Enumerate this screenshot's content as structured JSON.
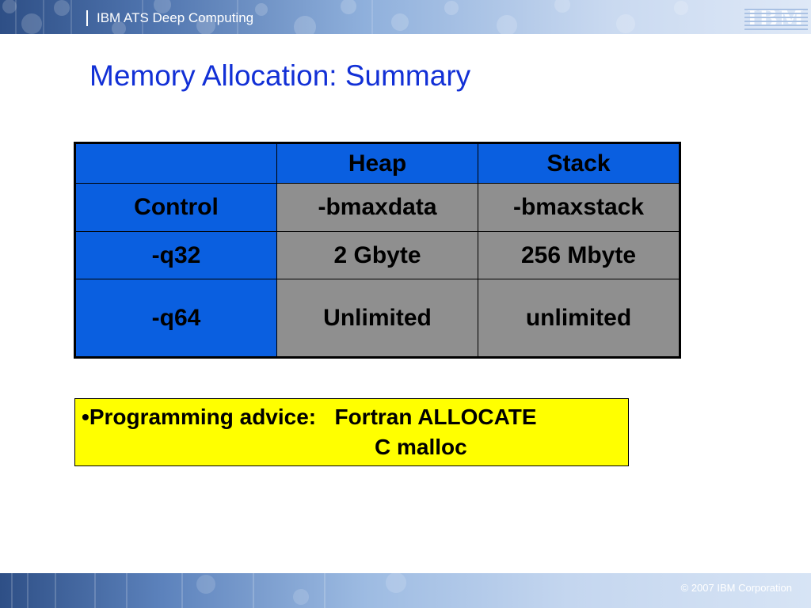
{
  "header": {
    "title": "IBM ATS Deep Computing",
    "logo_text": "IBM"
  },
  "page_title": "Memory Allocation: Summary",
  "table": {
    "columns": [
      "",
      "Heap",
      "Stack"
    ],
    "rows": [
      [
        "Control",
        "-bmaxdata",
        "-bmaxstack"
      ],
      [
        "-q32",
        "2 Gbyte",
        "256 Mbyte"
      ],
      [
        "-q64",
        "Unlimited",
        "unlimited"
      ]
    ]
  },
  "advice": {
    "bullet": "•",
    "label": "Programming advice:",
    "item1": "Fortran ALLOCATE",
    "item2": "C malloc"
  },
  "footer": {
    "copyright": "© 2007 IBM Corporation"
  },
  "colors": {
    "title": "#1230d6",
    "table_header": "#0a5fe0",
    "table_body": "#8f8f8f",
    "advice_bg": "#ffff00"
  }
}
